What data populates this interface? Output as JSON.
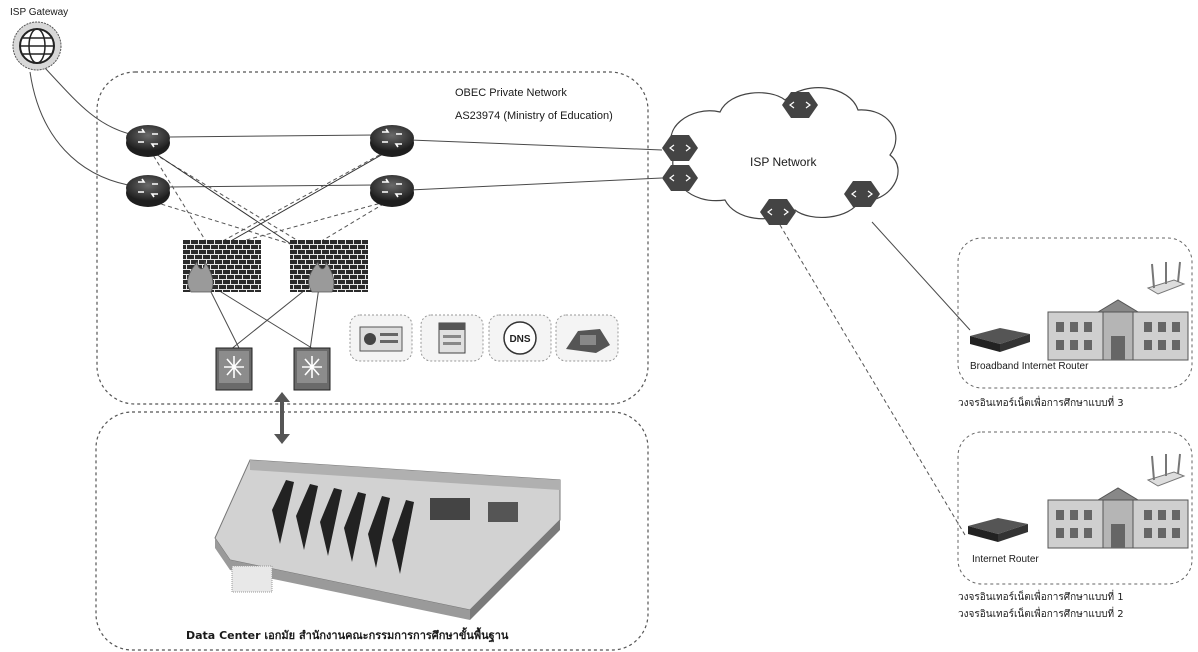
{
  "labels": {
    "isp_gateway": "ISP Gateway",
    "obec_network": "OBEC Private Network",
    "as_number": "AS23974 (Ministry of Education)",
    "isp_network": "ISP Network",
    "broadband_router": "Broadband Internet Router",
    "internet_router": "Internet Router",
    "circuit_type_3": "วงจรอินเทอร์เน็ตเพื่อการศึกษาแบบที่ 3",
    "circuit_type_1": "วงจรอินเทอร์เน็ตเพื่อการศึกษาแบบที่ 1",
    "circuit_type_2": "วงจรอินเทอร์เน็ตเพื่อการศึกษาแบบที่ 2",
    "data_center": "Data Center เอกมัย สำนักงานคณะกรรมการการศึกษาขั้นพื้นฐาน",
    "dns_icon_text": "DNS"
  },
  "colors": {
    "router": "#3a3a3a",
    "firewall_brick": "#2b2b2b",
    "flame": "#9a9a9a",
    "switch": "#555555",
    "line": "#444444"
  }
}
